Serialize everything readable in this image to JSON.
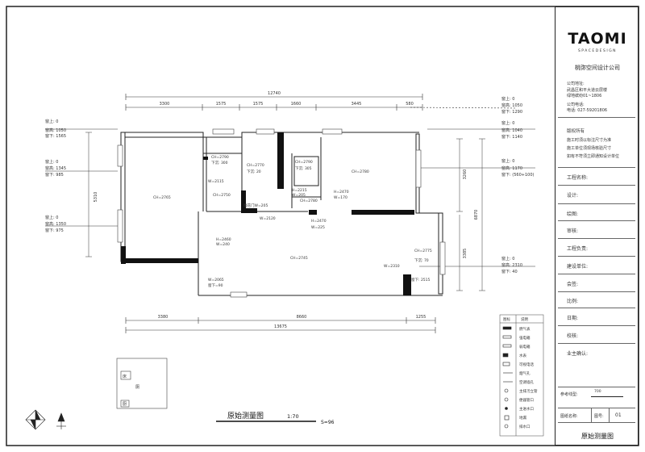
{
  "plan": {
    "overall_top": "12740",
    "top_dims": [
      "3300",
      "1575",
      "1575",
      "1660",
      "3445",
      "580"
    ],
    "bottom_dims": [
      "3380",
      "8660",
      "1255"
    ],
    "overall_bottom": "13675",
    "left_dim": "5310",
    "right_dims": [
      "3260",
      "6870",
      "3385"
    ],
    "windows_left": [
      {
        "a": "窗上: 0",
        "b": "窗高: 1050",
        "c": "窗下: 1565"
      },
      {
        "a": "窗上: 0",
        "b": "窗高: 1345",
        "c": "窗下: 985"
      },
      {
        "a": "窗上: 0",
        "b": "窗高: 1350",
        "c": "窗下: 975"
      }
    ],
    "windows_right": [
      {
        "a": "窗上: 0",
        "b": "窗高: 1050",
        "c": "窗下: 1290"
      },
      {
        "a": "窗上: 0",
        "b": "窗高: 1040",
        "c": "窗下: 1140"
      },
      {
        "a": "窗上: 0",
        "b": "窗高: 1170",
        "c": "窗下: (560+100)"
      },
      {
        "a": "窗上: 0",
        "b": "窗高: 2310",
        "c": "窗下: 40"
      }
    ],
    "room_labels": [
      "CH=2765",
      "CH=2790",
      "下沉: 300",
      "CH=2770",
      "下沉: 20",
      "CH=2790",
      "下沉: 305",
      "CH=2780",
      "H=2215",
      "W=205",
      "CH=2780",
      "H=2470",
      "W=170",
      "CH=2750",
      "W=2115",
      "雕花门W=205",
      "W=2120",
      "H=2470",
      "W=225",
      "CH=2745",
      "H=2460",
      "W=240",
      "W=2065",
      "窗下=90",
      "W=2310",
      "CH=2775",
      "下沉: 70",
      "窗下: 2515"
    ],
    "title": "原始测量图",
    "scale": "1:70",
    "area": "S=96",
    "key_labels": [
      "床",
      "厕",
      "厨"
    ]
  },
  "legend": {
    "headers": [
      "图标",
      "说明"
    ],
    "items": [
      "燃气表",
      "强电箱",
      "弱电箱",
      "水表",
      "可视电话",
      "烟气孔",
      "空调墙孔",
      "主排污立管",
      "便器管口",
      "主进水口",
      "地漏",
      "排水口"
    ]
  },
  "title_block": {
    "logo": "TAOMI",
    "logo_sub": "SPACEDESIGN",
    "company": "桃弥空间设计公司",
    "address_label": "公司地址:",
    "address_1": "武昌区和平大道云层楼",
    "address_2": "绿地缤纷01~1806",
    "phone_label": "公司电话:",
    "phone": "电话: 027-59201806",
    "rights": "版权所有",
    "note_1": "施工时须以标注尺寸为准",
    "note_2": "施工单位须现场核验尺寸",
    "note_3": "如有不符须立即通知设计单位",
    "fields": [
      "工程名称:",
      "设计:",
      "绘图:",
      "审核:",
      "工程负责:",
      "建设单位:",
      "会签:",
      "比例:",
      "日期:",
      "校核:",
      "业主确认:"
    ],
    "ref_label": "参考线型:",
    "ref_value": "700",
    "sheet_name_label": "图纸名称:",
    "sheet_no_label": "图号:",
    "sheet_no": "01",
    "sheet_title": "原始测量图"
  }
}
